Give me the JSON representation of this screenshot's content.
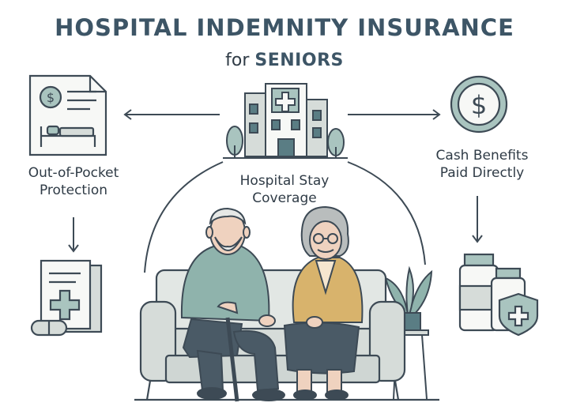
{
  "header": {
    "title": "HOSPITAL INDEMNITY INSURANCE",
    "subtitle_prefix": "for",
    "subtitle_emphasis": "SENIORS"
  },
  "labels": {
    "left_line1": "Out-of-Pocket",
    "left_line2": "Protection",
    "center_line1": "Hospital Stay",
    "center_line2": "Coverage",
    "right_line1": "Cash Benefits",
    "right_line2": "Paid Directly"
  },
  "icons": {
    "left_top": "hospital-bill-icon",
    "left_bottom": "medical-document-icon",
    "center": "hospital-building-icon",
    "right_top": "dollar-coin-icon",
    "right_bottom": "medicine-bottles-icon",
    "dollar_glyph": "$"
  },
  "colors": {
    "line": "#3d4a55",
    "teal": "#5a7d84",
    "seafoam": "#a9c4bf",
    "mustard": "#d8b36c",
    "sofa": "#d6dcd9",
    "paper": "#f7f8f6"
  }
}
